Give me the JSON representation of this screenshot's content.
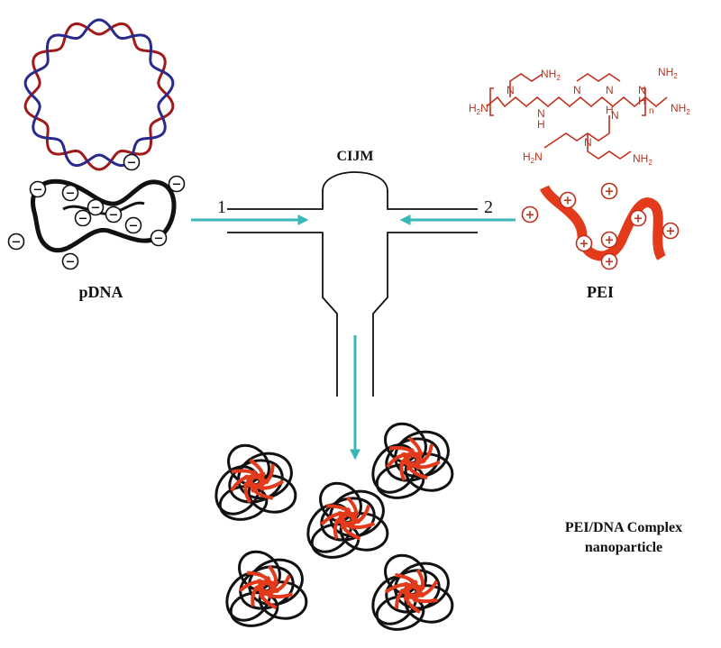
{
  "labels": {
    "reactor": "CIJM",
    "inlet_1": "1",
    "inlet_2": "2",
    "pdna": "pDNA",
    "pei": "PEI",
    "product_line1": "PEI/DNA Complex",
    "product_line2": "nanoparticle"
  },
  "chem_text": {
    "nh2": "NH",
    "h2n": "H",
    "n": "N",
    "h": "H",
    "sub2": "2",
    "repeat": "n"
  },
  "signs": {
    "minus": "−",
    "plus": "+"
  },
  "colors": {
    "arrow": "#3ab7b7",
    "pei": "#e23a1a",
    "pei_dark": "#c0301c",
    "dna_red": "#a01a1a",
    "dna_blue": "#2a2a8c",
    "outline": "#111111"
  }
}
